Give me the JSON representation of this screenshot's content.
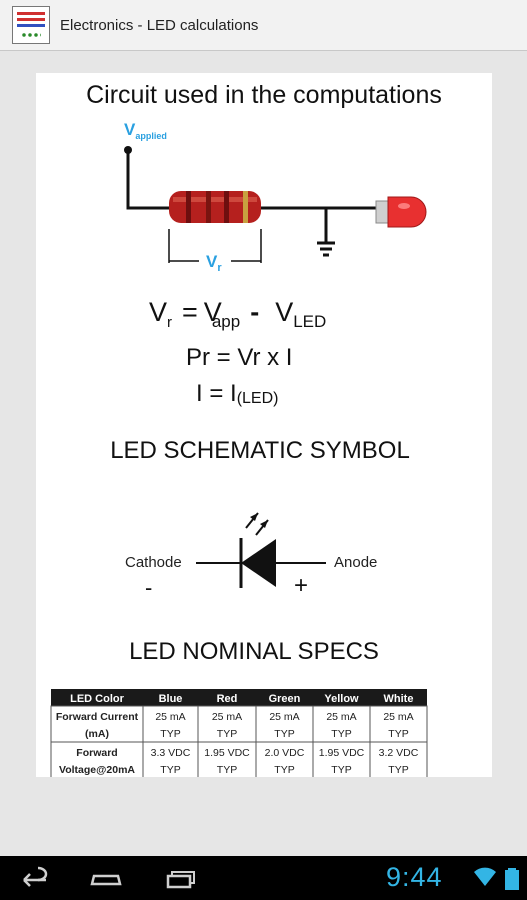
{
  "app": {
    "title": "Electronics - LED calculations",
    "icon": "electronics-app-icon"
  },
  "diagram": {
    "circuit_heading": "Circuit used in the computations",
    "v_applied_label": "V",
    "v_applied_sub": "applied",
    "vr_label": "V",
    "vr_sub": "r",
    "formula1": {
      "v": "V",
      "r_sub": "r",
      "eq": "=",
      "vapp": "V",
      "app_sub": "app",
      "minus": "-",
      "vled": "V",
      "led_sub": "LED"
    },
    "formula2": "Pr = Vr x I",
    "formula3": {
      "left": "I = I",
      "sub": "(LED)"
    },
    "symbol_heading": "LED SCHEMATIC SYMBOL",
    "cathode_label": "Cathode",
    "anode_label": "Anode",
    "minus_sign": "-",
    "plus_sign": "+",
    "specs_heading": "LED NOMINAL SPECS"
  },
  "specs_table": {
    "headers": [
      "LED Color",
      "Blue",
      "Red",
      "Green",
      "Yellow",
      "White"
    ],
    "rows": [
      {
        "label": [
          "Forward Current",
          "(mA)"
        ],
        "cells": [
          [
            "25 mA",
            "TYP"
          ],
          [
            "25 mA",
            "TYP"
          ],
          [
            "25 mA",
            "TYP"
          ],
          [
            "25 mA",
            "TYP"
          ],
          [
            "25 mA",
            "TYP"
          ]
        ]
      },
      {
        "label": [
          "Forward",
          "Voltage@20mA"
        ],
        "cells": [
          [
            "3.3 VDC",
            "TYP"
          ],
          [
            "1.95 VDC",
            "TYP"
          ],
          [
            "2.0 VDC",
            "TYP"
          ],
          [
            "1.95 VDC",
            "TYP"
          ],
          [
            "3.2 VDC",
            "TYP"
          ]
        ]
      }
    ]
  },
  "status": {
    "clock": "9:44"
  },
  "colors": {
    "accent": "#33b5e5",
    "resistor": "#b5201e",
    "led": "#e83030",
    "table_header": "#1a1a1a"
  }
}
